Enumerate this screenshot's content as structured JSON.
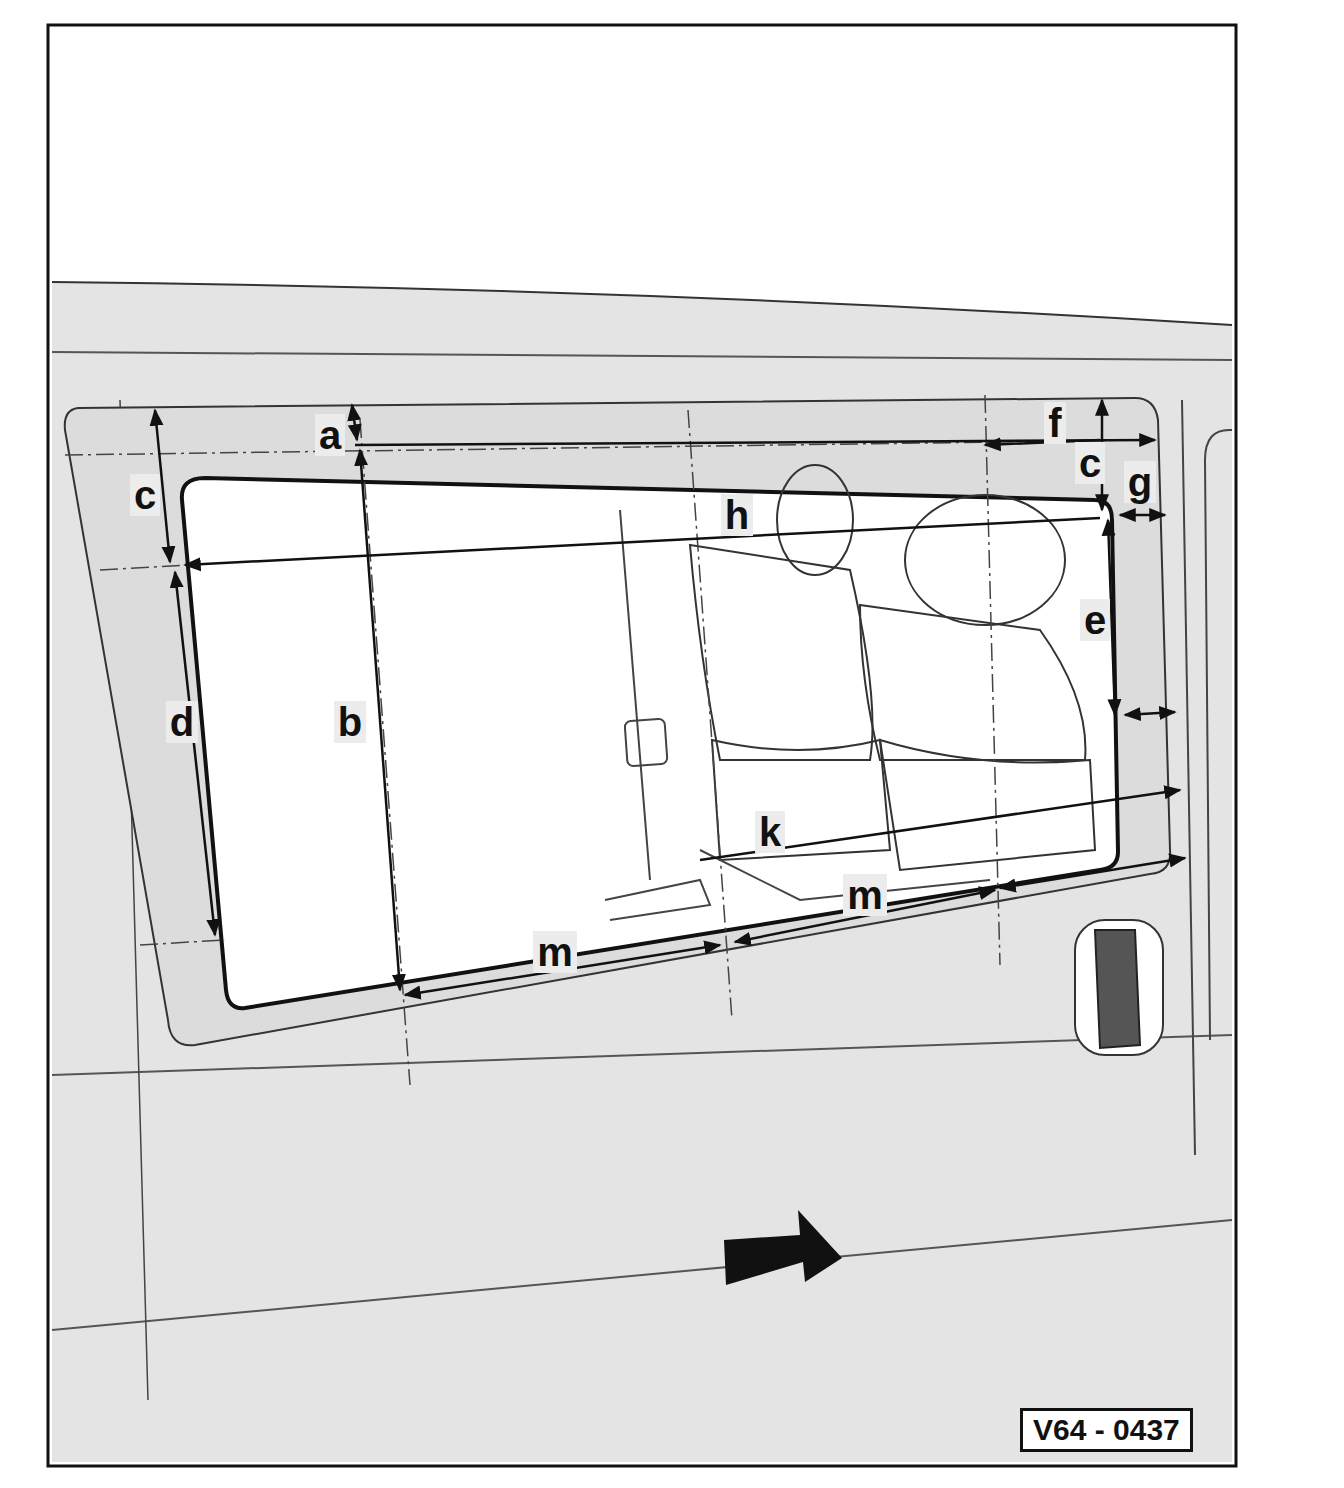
{
  "diagram": {
    "nodes": [
      {
        "text": [
          "V64 - 0437"
        ]
      }
    ],
    "labels": [
      "a",
      "c",
      "f",
      "c",
      "g",
      "h",
      "b",
      "d",
      "e",
      "k",
      "m",
      "m"
    ]
  }
}
